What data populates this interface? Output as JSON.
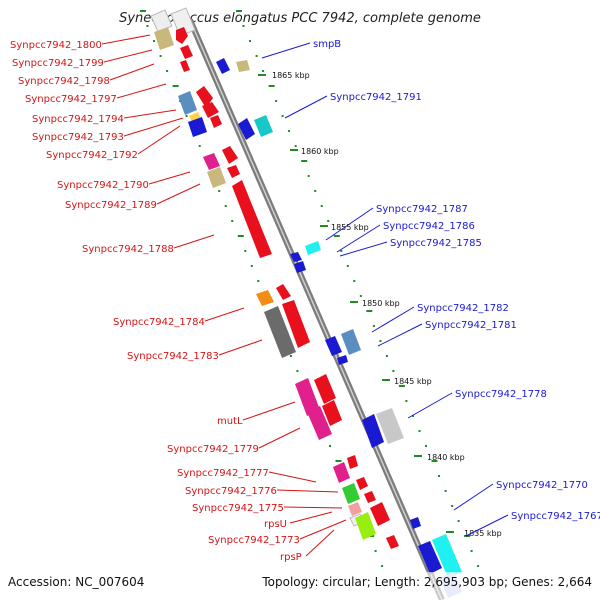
{
  "title": "Synechococcus elongatus PCC 7942, complete genome",
  "footer": {
    "accession": "Accession: NC_007604",
    "topology": "Topology: circular; Length: 2,695,903 bp; Genes: 2,664"
  },
  "colors": {
    "backbone": "#8a8a8a",
    "tick": "#228b22",
    "label_left": "#d61414",
    "label_right": "#1a1ad2"
  },
  "kbp_marks": [
    "1865 kbp",
    "1860 kbp",
    "1855 kbp",
    "1850 kbp",
    "1845 kbp",
    "1840 kbp",
    "1835 kbp"
  ],
  "left_labels": [
    "Synpcc7942_1800",
    "Synpcc7942_1799",
    "Synpcc7942_1798",
    "Synpcc7942_1797",
    "Synpcc7942_1794",
    "Synpcc7942_1793",
    "Synpcc7942_1792",
    "Synpcc7942_1790",
    "Synpcc7942_1789",
    "Synpcc7942_1788",
    "Synpcc7942_1784",
    "Synpcc7942_1783",
    "mutL",
    "Synpcc7942_1779",
    "Synpcc7942_1777",
    "Synpcc7942_1776",
    "Synpcc7942_1775",
    "rpsU",
    "Synpcc7942_1773",
    "rpsP"
  ],
  "right_labels": [
    "smpB",
    "Synpcc7942_1791",
    "Synpcc7942_1787",
    "Synpcc7942_1786",
    "Synpcc7942_1785",
    "Synpcc7942_1782",
    "Synpcc7942_1781",
    "Synpcc7942_1778",
    "Synpcc7942_1770",
    "Synpcc7942_1767"
  ]
}
